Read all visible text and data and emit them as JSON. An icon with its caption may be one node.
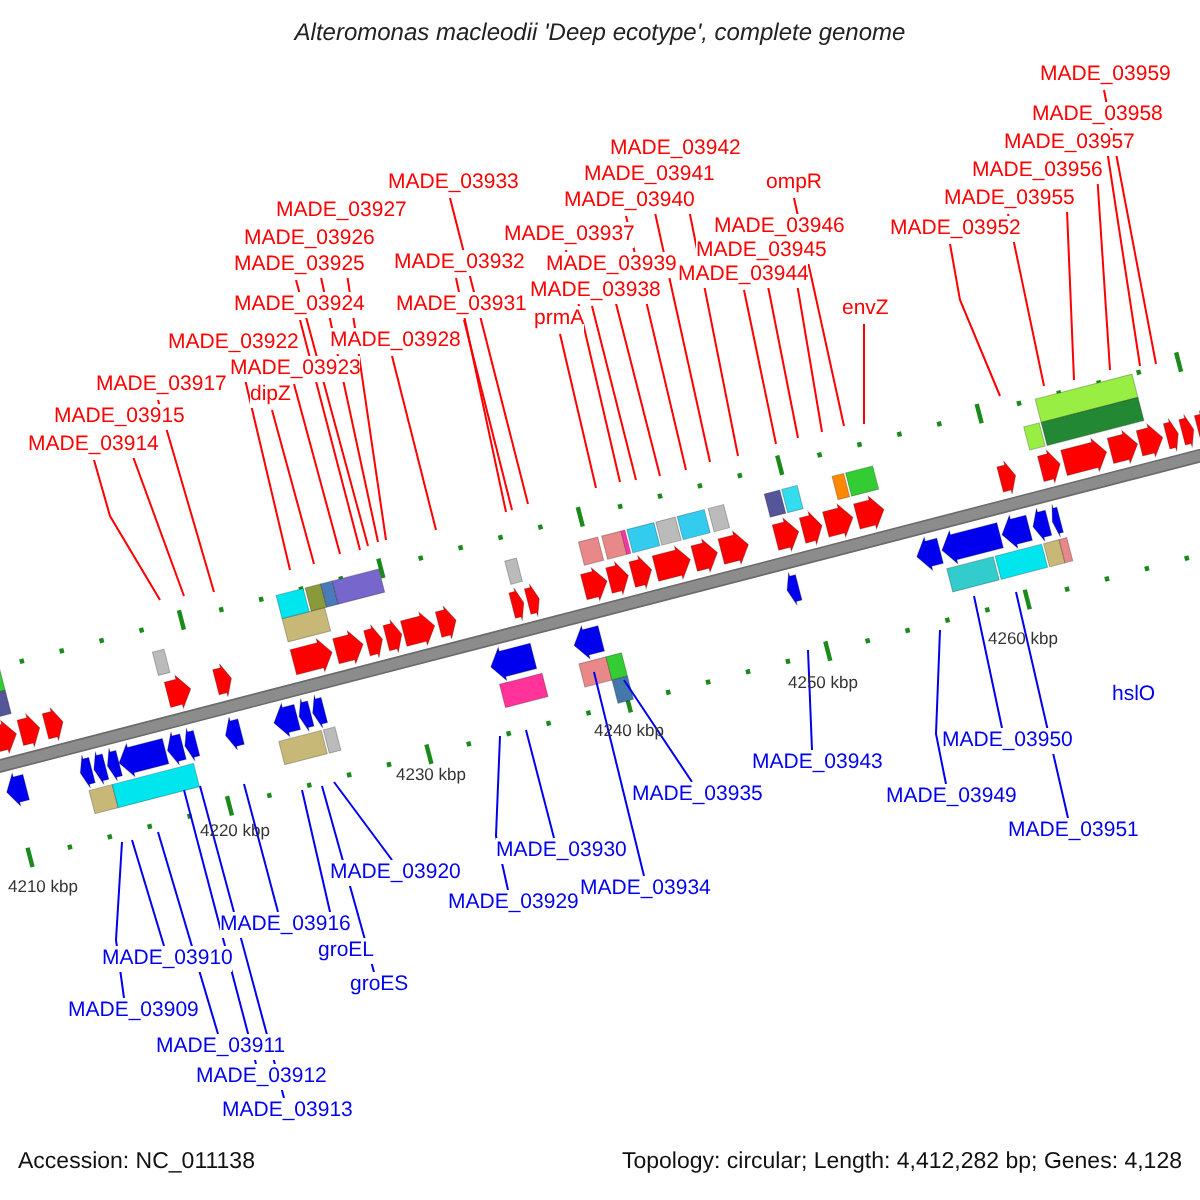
{
  "diagram": {
    "title": "Alteromonas macleodii 'Deep ecotype', complete genome",
    "nodes": [
      {
        "text": [
          "MADE_03914"
        ]
      },
      {
        "text": [
          "MADE_03915"
        ]
      },
      {
        "text": [
          "MADE_03917"
        ]
      },
      {
        "text": [
          "MADE_03922"
        ]
      },
      {
        "text": [
          "dipZ"
        ]
      },
      {
        "text": [
          "MADE_03923"
        ]
      },
      {
        "text": [
          "MADE_03924"
        ]
      },
      {
        "text": [
          "MADE_03925"
        ]
      },
      {
        "text": [
          "MADE_03926"
        ]
      },
      {
        "text": [
          "MADE_03927"
        ]
      },
      {
        "text": [
          "MADE_03928"
        ]
      },
      {
        "text": [
          "MADE_03931"
        ]
      },
      {
        "text": [
          "MADE_03932"
        ]
      },
      {
        "text": [
          "MADE_03933"
        ]
      },
      {
        "text": [
          "MADE_03937"
        ]
      },
      {
        "text": [
          "prmA"
        ]
      },
      {
        "text": [
          "MADE_03938"
        ]
      },
      {
        "text": [
          "MADE_03939"
        ]
      },
      {
        "text": [
          "MADE_03940"
        ]
      },
      {
        "text": [
          "MADE_03941"
        ]
      },
      {
        "text": [
          "MADE_03942"
        ]
      },
      {
        "text": [
          "MADE_03944"
        ]
      },
      {
        "text": [
          "MADE_03945"
        ]
      },
      {
        "text": [
          "MADE_03946"
        ]
      },
      {
        "text": [
          "ompR"
        ]
      },
      {
        "text": [
          "envZ"
        ]
      },
      {
        "text": [
          "MADE_03952"
        ]
      },
      {
        "text": [
          "MADE_03955"
        ]
      },
      {
        "text": [
          "MADE_03956"
        ]
      },
      {
        "text": [
          "MADE_03957"
        ]
      },
      {
        "text": [
          "MADE_03958"
        ]
      },
      {
        "text": [
          "MADE_03959"
        ]
      },
      {
        "text": [
          "MADE_03909"
        ]
      },
      {
        "text": [
          "MADE_03910"
        ]
      },
      {
        "text": [
          "MADE_03911"
        ]
      },
      {
        "text": [
          "MADE_03912"
        ]
      },
      {
        "text": [
          "MADE_03913"
        ]
      },
      {
        "text": [
          "MADE_03916"
        ]
      },
      {
        "text": [
          "groEL"
        ]
      },
      {
        "text": [
          "groES"
        ]
      },
      {
        "text": [
          "MADE_03920"
        ]
      },
      {
        "text": [
          "MADE_03929"
        ]
      },
      {
        "text": [
          "MADE_03930"
        ]
      },
      {
        "text": [
          "MADE_03934"
        ]
      },
      {
        "text": [
          "MADE_03935"
        ]
      },
      {
        "text": [
          "MADE_03943"
        ]
      },
      {
        "text": [
          "MADE_03949"
        ]
      },
      {
        "text": [
          "MADE_03950"
        ]
      },
      {
        "text": [
          "MADE_03951"
        ]
      },
      {
        "text": [
          "hslO"
        ]
      }
    ],
    "edges": [
      {
        "from": 0,
        "to": null,
        "arrow": "none"
      },
      {
        "from": 1,
        "to": null,
        "arrow": "none"
      },
      {
        "from": 2,
        "to": null,
        "arrow": "none"
      },
      {
        "from": 3,
        "to": null,
        "arrow": "none"
      },
      {
        "from": 4,
        "to": null,
        "arrow": "none"
      },
      {
        "from": 5,
        "to": null,
        "arrow": "none"
      },
      {
        "from": 6,
        "to": null,
        "arrow": "none"
      },
      {
        "from": 7,
        "to": null,
        "arrow": "none"
      },
      {
        "from": 8,
        "to": null,
        "arrow": "none"
      },
      {
        "from": 9,
        "to": null,
        "arrow": "none"
      },
      {
        "from": 10,
        "to": null,
        "arrow": "none"
      },
      {
        "from": 11,
        "to": null,
        "arrow": "none"
      },
      {
        "from": 12,
        "to": null,
        "arrow": "none"
      },
      {
        "from": 13,
        "to": null,
        "arrow": "none"
      },
      {
        "from": 14,
        "to": null,
        "arrow": "none"
      },
      {
        "from": 15,
        "to": null,
        "arrow": "none"
      },
      {
        "from": 16,
        "to": null,
        "arrow": "none"
      },
      {
        "from": 17,
        "to": null,
        "arrow": "none"
      },
      {
        "from": 18,
        "to": null,
        "arrow": "none"
      },
      {
        "from": 19,
        "to": null,
        "arrow": "none"
      },
      {
        "from": 20,
        "to": null,
        "arrow": "none"
      },
      {
        "from": 21,
        "to": null,
        "arrow": "none"
      },
      {
        "from": 22,
        "to": null,
        "arrow": "none"
      },
      {
        "from": 23,
        "to": null,
        "arrow": "none"
      },
      {
        "from": 24,
        "to": null,
        "arrow": "none"
      },
      {
        "from": 25,
        "to": null,
        "arrow": "none"
      },
      {
        "from": 26,
        "to": null,
        "arrow": "none"
      },
      {
        "from": 27,
        "to": null,
        "arrow": "none"
      },
      {
        "from": 28,
        "to": null,
        "arrow": "none"
      },
      {
        "from": 29,
        "to": null,
        "arrow": "none"
      },
      {
        "from": 30,
        "to": null,
        "arrow": "none"
      },
      {
        "from": 31,
        "to": null,
        "arrow": "none"
      },
      {
        "from": 32,
        "to": null,
        "arrow": "none",
        "color": "#0000ee"
      },
      {
        "from": 33,
        "to": null,
        "arrow": "none",
        "color": "#0000ee"
      },
      {
        "from": 34,
        "to": null,
        "arrow": "none",
        "color": "#0000ee"
      },
      {
        "from": 35,
        "to": null,
        "arrow": "none",
        "color": "#0000ee"
      },
      {
        "from": 36,
        "to": null,
        "arrow": "none",
        "color": "#0000ee"
      },
      {
        "from": 37,
        "to": null,
        "arrow": "none",
        "color": "#0000ee"
      },
      {
        "from": 38,
        "to": null,
        "arrow": "none",
        "color": "#0000ee"
      },
      {
        "from": 39,
        "to": null,
        "arrow": "none",
        "color": "#0000ee"
      },
      {
        "from": 40,
        "to": null,
        "arrow": "none",
        "color": "#0000ee"
      },
      {
        "from": 41,
        "to": null,
        "arrow": "none",
        "color": "#0000ee"
      },
      {
        "from": 42,
        "to": null,
        "arrow": "none",
        "color": "#0000ee"
      },
      {
        "from": 43,
        "to": null,
        "arrow": "none",
        "color": "#0000ee"
      },
      {
        "from": 44,
        "to": null,
        "arrow": "none",
        "color": "#0000ee"
      },
      {
        "from": 45,
        "to": null,
        "arrow": "none",
        "color": "#0000ee"
      },
      {
        "from": 46,
        "to": null,
        "arrow": "none",
        "color": "#0000ee"
      },
      {
        "from": 47,
        "to": null,
        "arrow": "none",
        "color": "#0000ee"
      },
      {
        "from": 48,
        "to": null,
        "arrow": "none",
        "color": "#0000ee"
      }
    ],
    "labels": [
      "4210 kbp",
      "4220 kbp",
      "4230 kbp",
      "4240 kbp",
      "4250 kbp",
      "4260 kbp",
      "Accession: NC_011138",
      "Topology: circular; Length: 4,412,282 bp; Genes: 4,128"
    ]
  }
}
